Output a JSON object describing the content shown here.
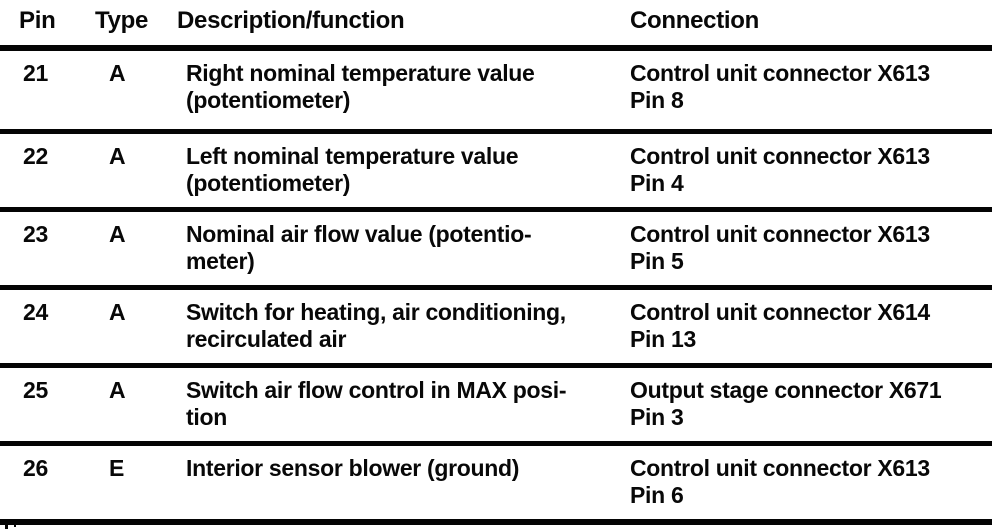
{
  "table": {
    "columns": [
      {
        "label": "Pin"
      },
      {
        "label": "Type"
      },
      {
        "label": "Description/function"
      },
      {
        "label": "Connection"
      }
    ],
    "rows": [
      {
        "pin": "21",
        "type": "A",
        "description_lines": [
          "Right nominal temperature value",
          "(potentiometer)"
        ],
        "connection_lines": [
          "Control unit connector X613",
          "Pin 8"
        ]
      },
      {
        "pin": "22",
        "type": "A",
        "description_lines": [
          "Left nominal temperature value",
          "(potentiometer)"
        ],
        "connection_lines": [
          "Control unit connector X613",
          "Pin 4"
        ]
      },
      {
        "pin": "23",
        "type": "A",
        "description_lines": [
          "Nominal air flow value (potentio-",
          "meter)"
        ],
        "connection_lines": [
          "Control unit connector X613",
          "Pin 5"
        ]
      },
      {
        "pin": "24",
        "type": "A",
        "description_lines": [
          "Switch for heating, air conditioning,",
          "recirculated air"
        ],
        "connection_lines": [
          "Control unit connector X614",
          "Pin 13"
        ]
      },
      {
        "pin": "25",
        "type": "A",
        "description_lines": [
          "Switch air flow control in MAX posi-",
          "tion"
        ],
        "connection_lines": [
          "Output stage connector X671",
          "Pin 3"
        ]
      },
      {
        "pin": "26",
        "type": "E",
        "description_lines": [
          "Interior sensor blower (ground)"
        ],
        "connection_lines": [
          "Control unit connector X613",
          "Pin 6"
        ]
      }
    ]
  },
  "colors": {
    "background": "#ffffff",
    "text": "#080808",
    "rule": "#040404"
  }
}
